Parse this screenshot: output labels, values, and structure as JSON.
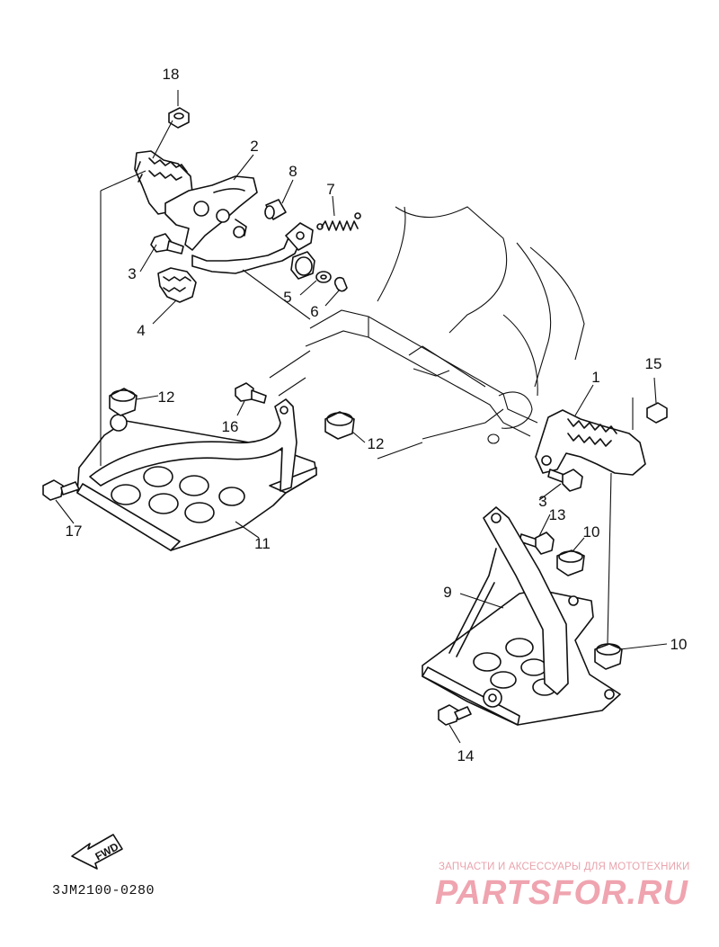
{
  "diagram": {
    "code": "3JM2100-0280",
    "direction_label": "FWD",
    "watermark": {
      "subtitle": "ЗАПЧАСТИ И АКСЕССУАРЫ ДЛЯ МОТОТЕХНИКИ",
      "brand": "PARTSFOR.RU"
    },
    "callouts": [
      "18",
      "2",
      "8",
      "7",
      "3",
      "5",
      "6",
      "4",
      "12",
      "16",
      "12",
      "17",
      "11",
      "15",
      "1",
      "3",
      "13",
      "10",
      "9",
      "10",
      "14"
    ]
  }
}
